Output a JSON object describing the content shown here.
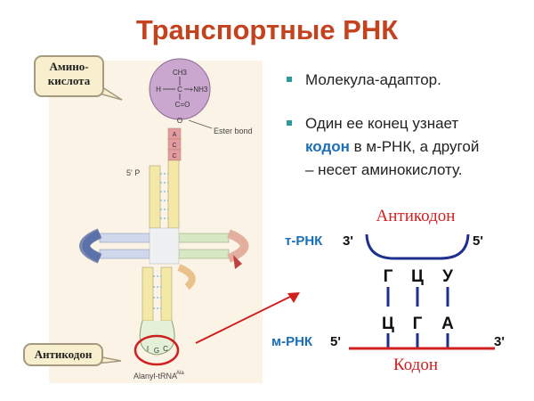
{
  "title": "Транспортные РНК",
  "callouts": {
    "amino": "Амино-\nкислота",
    "anticodon": "Антикодон"
  },
  "figure": {
    "ch3": "CH3",
    "h_label": "H",
    "c_label": "C",
    "nh3_label": "+NH3",
    "carbonyl": "C=O",
    "o_label": "O",
    "ester": "Ester bond",
    "five_p": "5′ P",
    "caption": "Alanyl-tRNA",
    "caption_sup": "Ala",
    "acceptor_bases": [
      "A",
      "C",
      "C"
    ],
    "anticodon_bases": [
      "I",
      "G",
      "C"
    ]
  },
  "bullets": [
    {
      "text": "Молекула-адаптор."
    },
    {
      "line1": "Один ее конец узнает",
      "kw": "кодон",
      "line2_rest": " в м-РНК, а другой",
      "line3": "– несет аминокислоту."
    }
  ],
  "codon": {
    "anticodon_title": "Антикодон",
    "codon_title": "Кодон",
    "trna_label": "т-РНК",
    "mrna_label": "м-РНК",
    "t3": "3'",
    "t5": "5'",
    "m5": "5'",
    "m3": "3'",
    "top_bases": [
      "Г",
      "Ц",
      "У"
    ],
    "bottom_bases": [
      "Ц",
      "Г",
      "А"
    ]
  },
  "colors": {
    "title": "#c4421e",
    "accent_red": "#d02020",
    "blue": "#1b6fb5",
    "navy": "#1e2f8c",
    "bullet": "#2f9a9a"
  }
}
